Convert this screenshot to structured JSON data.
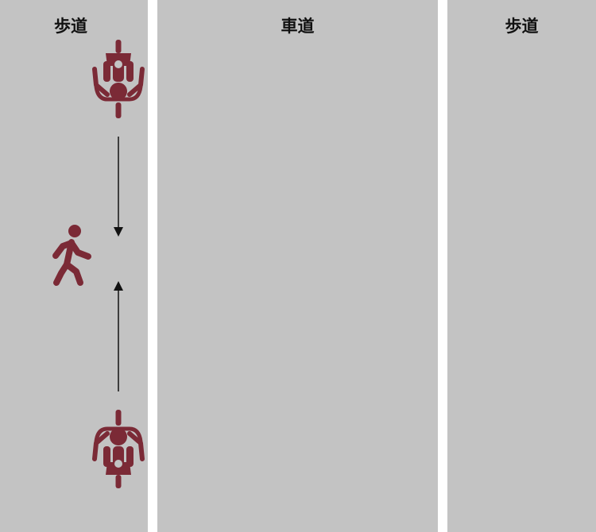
{
  "lanes": {
    "left_sidewalk": "歩道",
    "roadway": "車道",
    "right_sidewalk": "歩道"
  },
  "colors": {
    "lane_fill": "#c3c3c3",
    "divider": "#ffffff",
    "figure": "#7b2a36",
    "arrow": "#111111"
  },
  "icons": [
    "bicycle-rider-icon",
    "pedestrian-icon",
    "bicycle-rider-icon"
  ]
}
